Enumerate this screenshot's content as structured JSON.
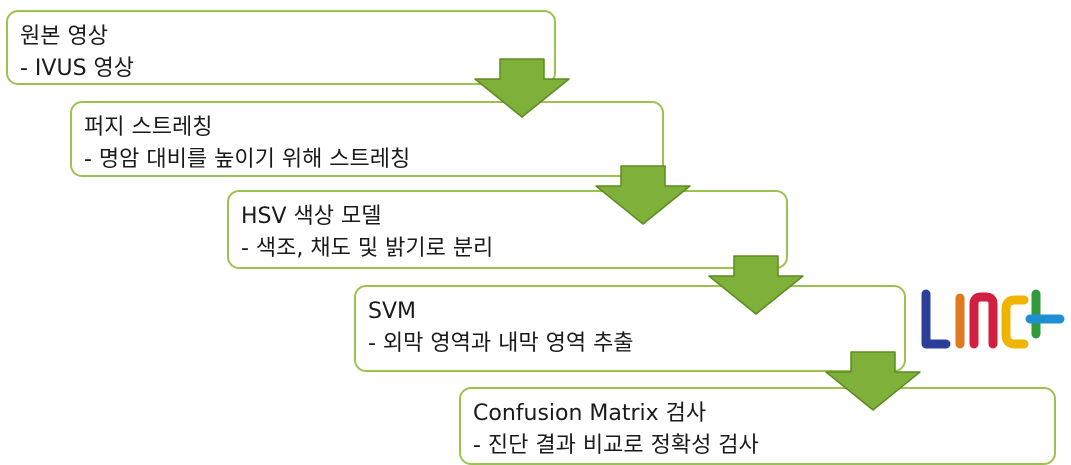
{
  "steps": [
    {
      "title": "원본 영상",
      "desc": "- IVUS 영상"
    },
    {
      "title": "퍼지 스트레칭",
      "desc": "- 명암 대비를 높이기 위해 스트레칭"
    },
    {
      "title": "HSV 색상 모델",
      "desc": "- 색조, 채도 및 밝기로 분리"
    },
    {
      "title": "SVM",
      "desc": "- 외막 영역과 내막 영역 추출"
    },
    {
      "title": "Confusion Matrix 검사",
      "desc": "- 진단 결과 비교로 정확성 검사"
    }
  ],
  "logo": {
    "text": "LINC+",
    "colors": {
      "L": "#2b3f9a",
      "I": "#e07a1f",
      "N": "#d11f3f",
      "C": "#f0b400",
      "plus_vertical": "#2f9a3c",
      "plus_horizontal": "#1e8fd0"
    }
  },
  "colors": {
    "box_border": "#9cc24e",
    "arrow_fill": "#7fb03a",
    "arrow_stroke": "#5e8a22"
  }
}
